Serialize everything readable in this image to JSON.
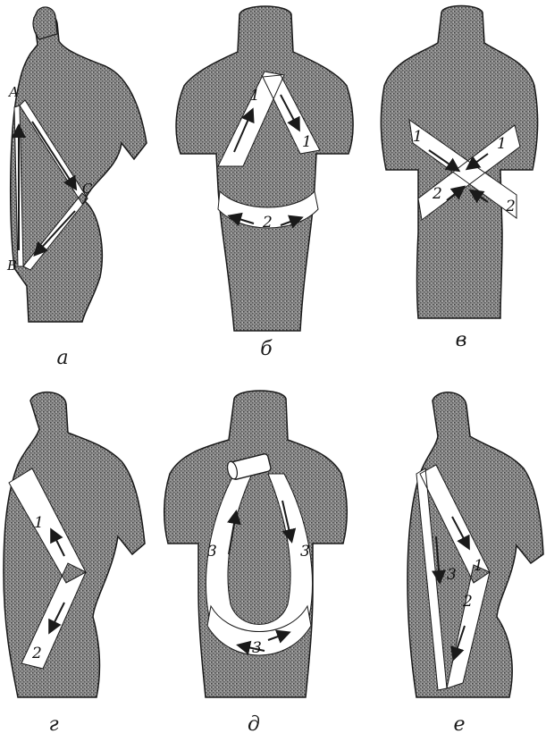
{
  "panels": [
    {
      "id": "a",
      "caption": "а",
      "points": [
        "A",
        "C",
        "B"
      ],
      "numbers": []
    },
    {
      "id": "b",
      "caption": "б",
      "points": [],
      "numbers": [
        "1",
        "1",
        "2"
      ]
    },
    {
      "id": "v",
      "caption": "в",
      "points": [],
      "numbers": [
        "1",
        "1",
        "2",
        "2"
      ]
    },
    {
      "id": "g",
      "caption": "г",
      "points": [],
      "numbers": [
        "1",
        "2"
      ]
    },
    {
      "id": "d",
      "caption": "д",
      "points": [],
      "numbers": [
        "3",
        "3",
        "3"
      ]
    },
    {
      "id": "e",
      "caption": "е",
      "points": [],
      "numbers": [
        "3",
        "1",
        "2"
      ]
    }
  ],
  "colors": {
    "body": "#8a8a8a",
    "bandage": "#ffffff",
    "outline": "#1a1a1a"
  }
}
